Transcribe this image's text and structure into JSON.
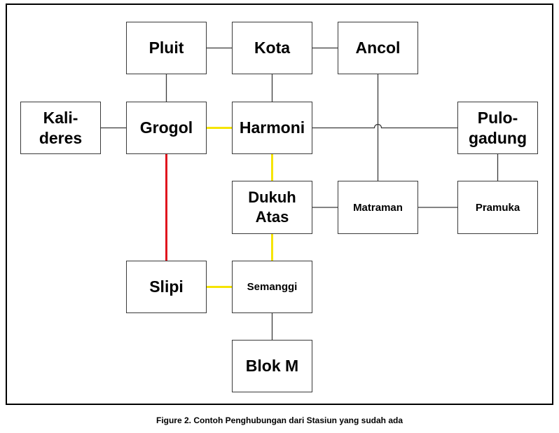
{
  "diagram": {
    "stations": [
      {
        "id": "pluit",
        "label": "Pluit"
      },
      {
        "id": "kota",
        "label": "Kota"
      },
      {
        "id": "ancol",
        "label": "Ancol"
      },
      {
        "id": "kalideres",
        "label": "Kali-\nderes"
      },
      {
        "id": "grogol",
        "label": "Grogol"
      },
      {
        "id": "harmoni",
        "label": "Harmoni"
      },
      {
        "id": "pulogadung",
        "label": "Pulo-\ngadung"
      },
      {
        "id": "dukuh-atas",
        "label": "Dukuh\nAtas"
      },
      {
        "id": "matraman",
        "label": "Matraman"
      },
      {
        "id": "pramuka",
        "label": "Pramuka"
      },
      {
        "id": "slipi",
        "label": "Slipi"
      },
      {
        "id": "semanggi",
        "label": "Semanggi"
      },
      {
        "id": "blok-m",
        "label": "Blok M"
      }
    ],
    "connections": [
      {
        "from": "pluit",
        "to": "kota",
        "type": "existing"
      },
      {
        "from": "kota",
        "to": "ancol",
        "type": "existing"
      },
      {
        "from": "pluit",
        "to": "grogol",
        "type": "existing"
      },
      {
        "from": "kota",
        "to": "harmoni",
        "type": "existing"
      },
      {
        "from": "kalideres",
        "to": "grogol",
        "type": "existing"
      },
      {
        "from": "grogol",
        "to": "harmoni",
        "type": "yellow"
      },
      {
        "from": "harmoni",
        "to": "pulogadung",
        "type": "existing",
        "note": "crosses ancol-matraman line with hop"
      },
      {
        "from": "ancol",
        "to": "matraman",
        "type": "existing"
      },
      {
        "from": "pulogadung",
        "to": "pramuka",
        "type": "existing"
      },
      {
        "from": "harmoni",
        "to": "dukuh-atas",
        "type": "yellow"
      },
      {
        "from": "dukuh-atas",
        "to": "matraman",
        "type": "existing"
      },
      {
        "from": "matraman",
        "to": "pramuka",
        "type": "existing"
      },
      {
        "from": "grogol",
        "to": "slipi",
        "type": "red"
      },
      {
        "from": "dukuh-atas",
        "to": "semanggi",
        "type": "yellow"
      },
      {
        "from": "slipi",
        "to": "semanggi",
        "type": "yellow"
      },
      {
        "from": "semanggi",
        "to": "blok-m",
        "type": "existing"
      }
    ],
    "colors": {
      "existing": "#3a3a3a",
      "yellow": "#f5e400",
      "red": "#e0141e",
      "box_border": "#3a3a3a",
      "frame": "#000000"
    }
  },
  "caption": "Figure 2. Contoh Penghubungan dari Stasiun yang sudah ada"
}
